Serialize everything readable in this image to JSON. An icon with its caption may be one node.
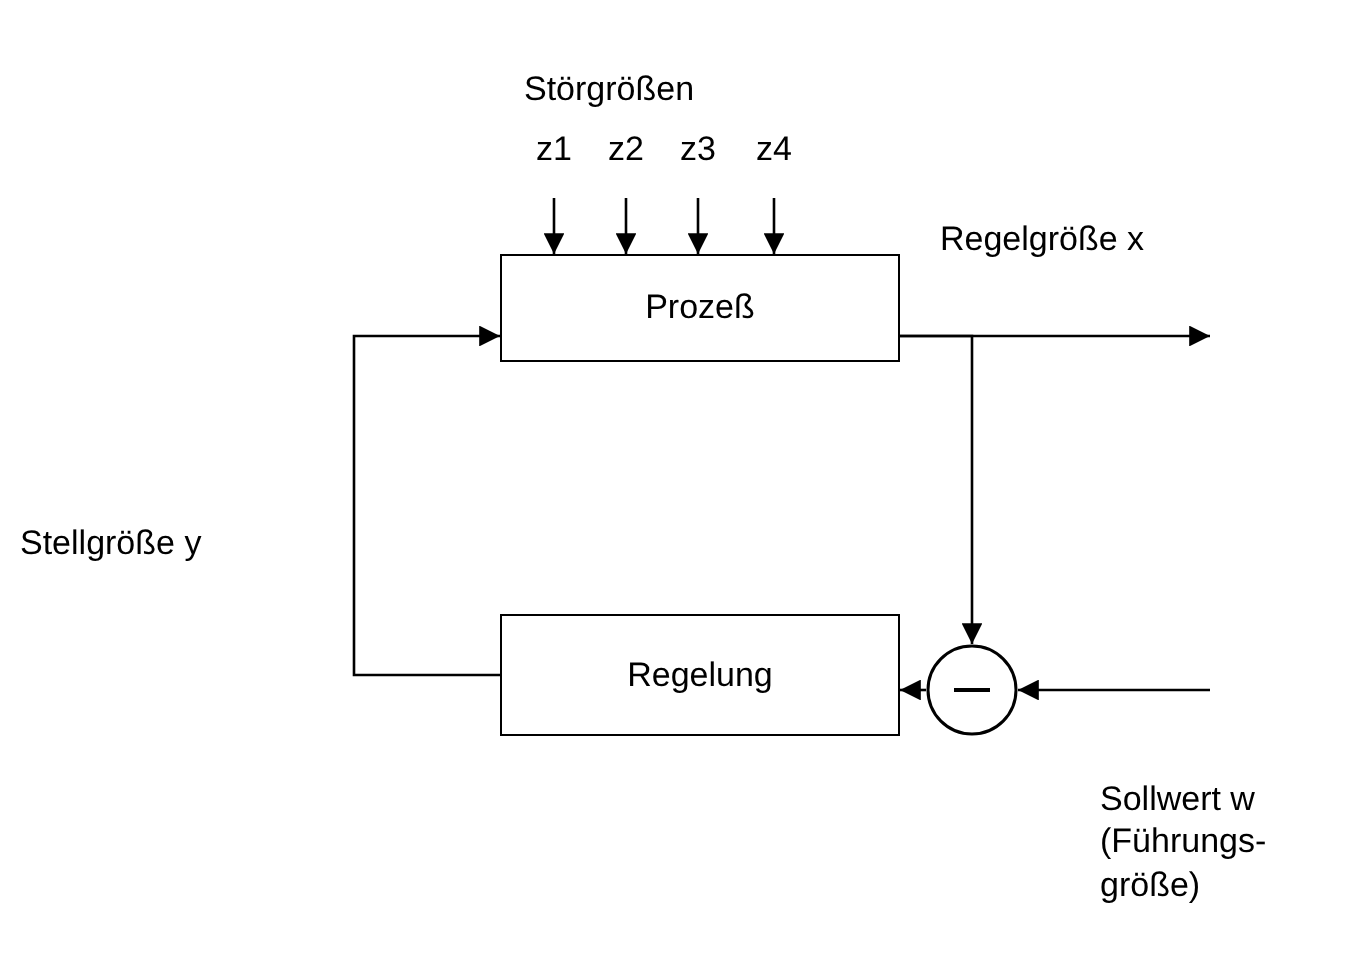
{
  "diagram": {
    "nodes": [
      {
        "text": [
          "Prozeß"
        ]
      },
      {
        "text": [
          "Regelung"
        ]
      },
      {
        "text": [],
        "shape": "circle"
      },
      {
        "text": [
          "z1"
        ]
      },
      {
        "text": [
          "z2"
        ]
      },
      {
        "text": [
          "z3"
        ]
      },
      {
        "text": [
          "z4"
        ]
      }
    ],
    "edges": [
      {
        "from": 3,
        "to": 0,
        "arrow": "to"
      },
      {
        "from": 4,
        "to": 0,
        "arrow": "to"
      },
      {
        "from": 5,
        "to": 0,
        "arrow": "to"
      },
      {
        "from": 6,
        "to": 0,
        "arrow": "to"
      },
      {
        "from": 0,
        "to": null,
        "arrow": "to",
        "label": "Regelgröße x"
      },
      {
        "from": 0,
        "to": 2,
        "arrow": "to"
      },
      {
        "from": null,
        "to": 2,
        "arrow": "to"
      },
      {
        "from": 2,
        "to": 1,
        "arrow": "to"
      },
      {
        "from": 1,
        "to": 0,
        "arrow": "to",
        "label": "Stellgröße y"
      }
    ],
    "labels": [
      "Störgrößen",
      "Sollwert w (Führungs- größe)"
    ]
  }
}
